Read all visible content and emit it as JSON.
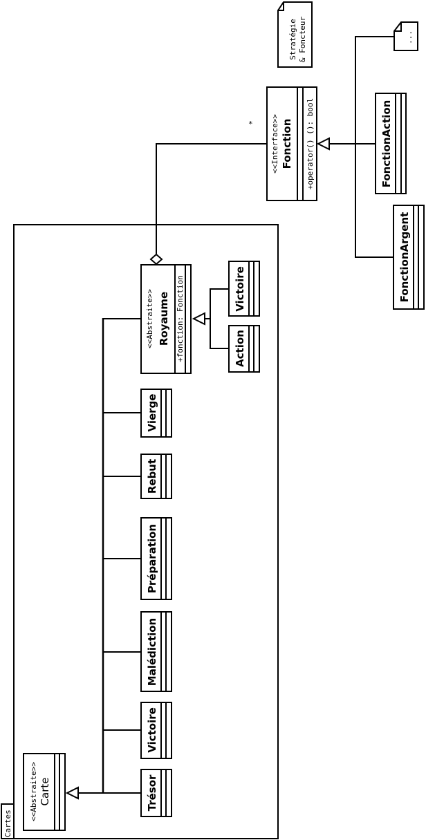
{
  "package": {
    "label": "Cartes"
  },
  "classes": {
    "carte": {
      "stereotype": "<<Abstraite>>",
      "name": "Carte"
    },
    "tresor": {
      "name": "Trésor"
    },
    "victoire": {
      "name": "Victoire"
    },
    "malediction": {
      "name": "Malédiction"
    },
    "preparation": {
      "name": "Préparation"
    },
    "rebut": {
      "name": "Rebut"
    },
    "vierge": {
      "name": "Vierge"
    },
    "royaume": {
      "stereotype": "<<Abstraite>>",
      "name": "Royaume",
      "attribute": "+fonction: Fonction"
    },
    "action": {
      "name": "Action"
    },
    "victoire_royaume": {
      "name": "Victoire"
    },
    "fonction": {
      "stereotype": "<<Interface>>",
      "name": "Fonction",
      "method": "+operator() (): bool"
    },
    "fonction_action": {
      "name": "FonctionAction"
    },
    "fonction_argent": {
      "name": "FonctionArgent"
    }
  },
  "notes": {
    "strategie_line1": "Stratégie",
    "strategie_line2": "& Foncteur",
    "ellipsis": "..."
  },
  "multiplicity": "*"
}
